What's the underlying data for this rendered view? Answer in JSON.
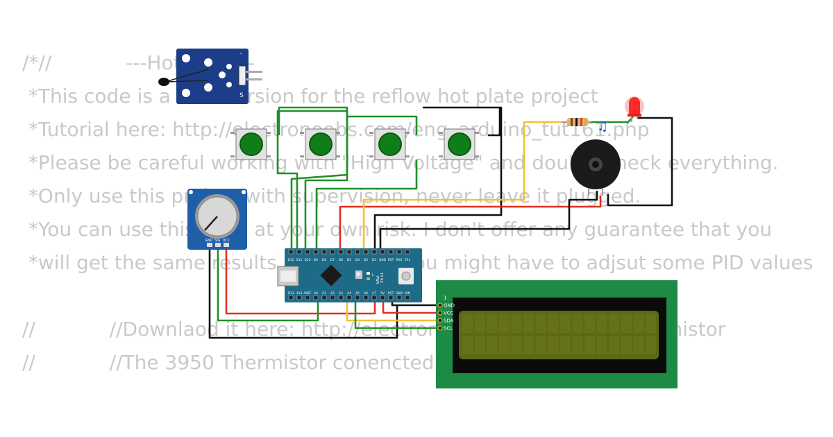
{
  "code_lines": [
    "/*//            ---Hot Mind---",
    " *This code is a new version for the reflow hot plate project",
    " *Tutorial here: http://electronoobs.com/eng_arduino_tut161.php",
    " *Please be careful working with \"High Voltage\" and double check everything.",
    " *Only use this project with supervision, never leave it plugged.",
    " *You can use this code at your own risk. I don't offer any guarantee that you",
    " *will get the same results as I did and you might have to adjsut some PID values",
    "",
    "//            //Downlaod it here: http://electronoobs.com/arduino_thermistor",
    "//            //The 3950 Thermistor conencted on A0"
  ],
  "thermistor_module": {
    "pin_labels": [
      "-",
      "S"
    ]
  },
  "pot_module": {
    "pin_labels": [
      "GND",
      "SIG",
      "VCC"
    ]
  },
  "nano": {
    "top_pins": [
      "D12",
      "D11",
      "D10",
      "D9",
      "D8",
      "D7",
      "D6",
      "D5",
      "D4",
      "D3",
      "D2",
      "GND",
      "RST",
      "RX0",
      "TX1"
    ],
    "bottom_pins": [
      "D13",
      "3V3",
      "AREF",
      "A0",
      "A1",
      "A2",
      "A3",
      "A4",
      "A5",
      "A6",
      "A7",
      "5V",
      "RST",
      "GND",
      "VIN"
    ],
    "labels": {
      "tx_rx": "TX RX",
      "pwr": "PWR",
      "l": "L"
    }
  },
  "lcd": {
    "pins": [
      "1",
      "GND",
      "VCC",
      "SDA",
      "SCL"
    ]
  },
  "buzzer": {
    "note_icon": "♫"
  },
  "colors": {
    "code_text": "#c9c9c9",
    "wire_green": "#1f8f2a",
    "wire_red": "#e0301e",
    "wire_black": "#111111",
    "wire_yellow": "#f2c12e",
    "nano_board": "#1d6b87",
    "lcd_board": "#1d8a46",
    "lcd_screen": "#5e6a13"
  }
}
